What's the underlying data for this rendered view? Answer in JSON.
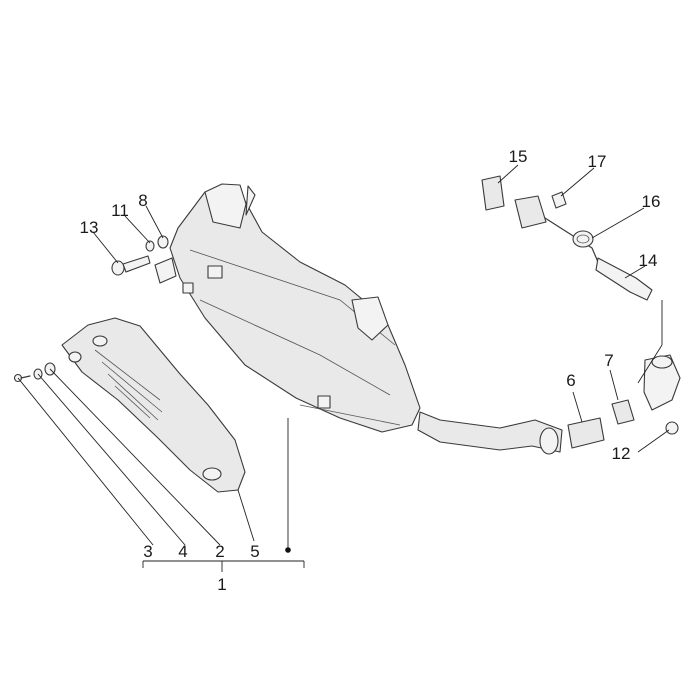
{
  "callouts": {
    "c1": "1",
    "c2": "2",
    "c3": "3",
    "c4": "4",
    "c5": "5",
    "c6": "6",
    "c7": "7",
    "c8": "8",
    "c11": "11",
    "c12": "12",
    "c13": "13",
    "c14": "14",
    "c15": "15",
    "c16": "16",
    "c17": "17"
  }
}
